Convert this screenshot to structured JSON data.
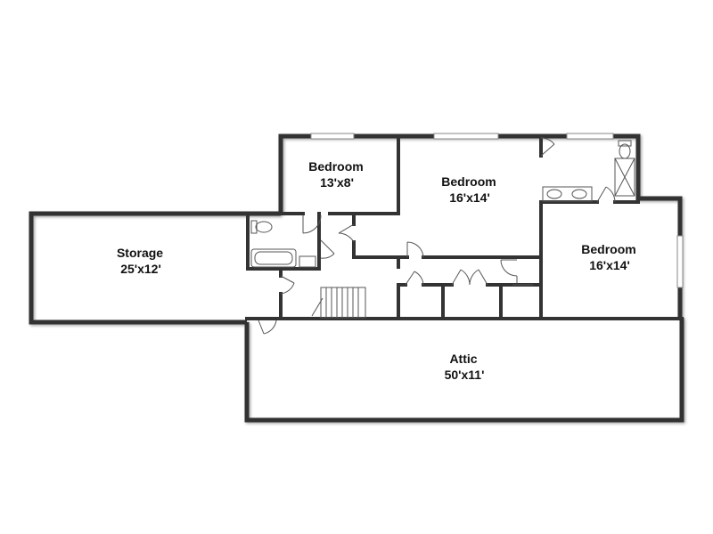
{
  "rooms": {
    "bedroom_small": {
      "name": "Bedroom",
      "dims": "13'x8'"
    },
    "bedroom_center": {
      "name": "Bedroom",
      "dims": "16'x14'"
    },
    "bedroom_right": {
      "name": "Bedroom",
      "dims": "16'x14'"
    },
    "storage": {
      "name": "Storage",
      "dims": "25'x12'"
    },
    "attic": {
      "name": "Attic",
      "dims": "50'x11'"
    }
  },
  "colors": {
    "wall": "#333333",
    "wall_shadow": "#bbbbbb",
    "fixture": "#555555"
  }
}
